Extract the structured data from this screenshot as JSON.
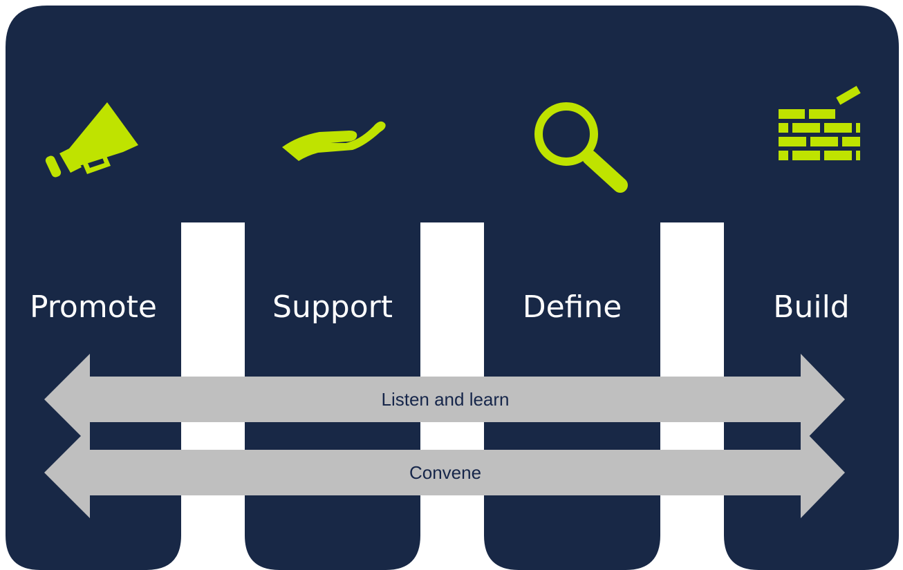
{
  "colors": {
    "panel": "#182846",
    "accent": "#bfe300",
    "arrow": "#bfbfbf",
    "arrow_text": "#16264a",
    "label_text": "#ffffff"
  },
  "pillars": [
    {
      "label": "Promote",
      "icon": "megaphone-icon"
    },
    {
      "label": "Support",
      "icon": "open-hand-icon"
    },
    {
      "label": "Define",
      "icon": "magnifying-glass-icon"
    },
    {
      "label": "Build",
      "icon": "brick-wall-icon"
    }
  ],
  "arrows": [
    {
      "label": "Listen and learn"
    },
    {
      "label": "Convene"
    }
  ]
}
